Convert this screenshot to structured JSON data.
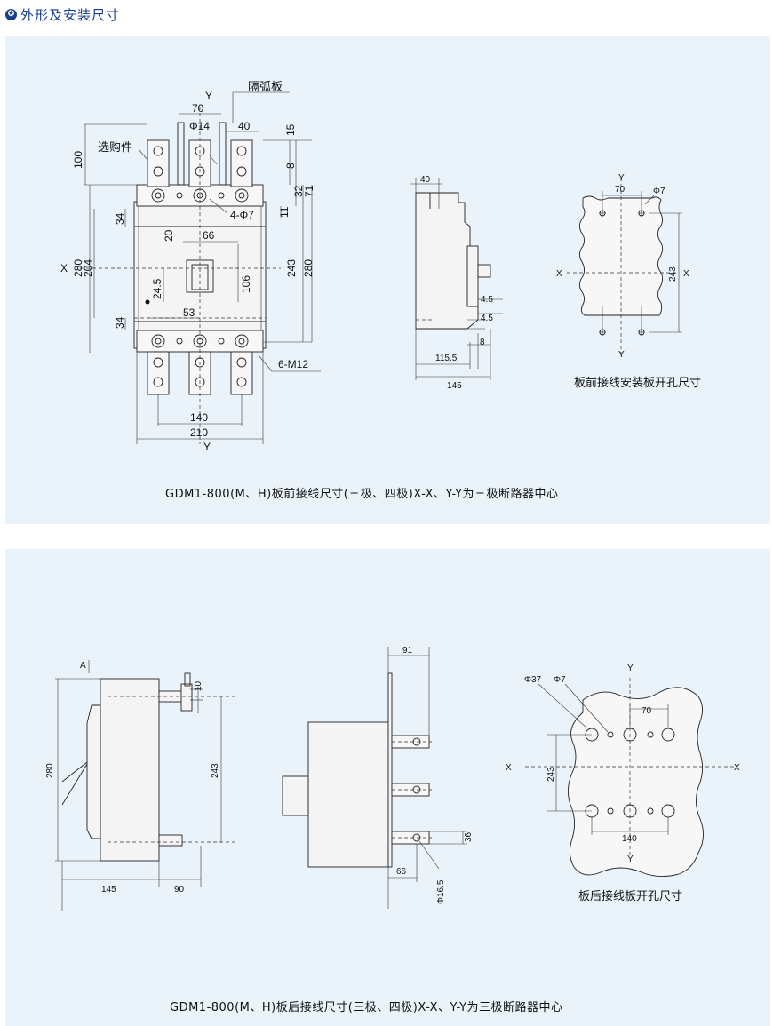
{
  "header": {
    "title": "外形及安装尺寸",
    "icon": "star-badge-icon"
  },
  "panel1": {
    "caption": "GDM1-800(M、H)板前接线尺寸(三极、四极)X-X、Y-Y为三极断路器中心",
    "front": {
      "axis_y": "Y",
      "axis_x": "X",
      "dim_70": "70",
      "dim_phi14": "Φ14",
      "label_arc": "隔弧板",
      "dim_40": "40",
      "dim_15": "15",
      "dim_8": "8",
      "dim_32": "32",
      "dim_71": "71",
      "dim_100": "100",
      "label_option": "选购件",
      "dim_4phi7": "4-Φ7",
      "dim_11": "11",
      "dim_34a": "34",
      "dim_20": "20",
      "dim_66": "66",
      "dim_280l": "280",
      "dim_204": "204",
      "dim_243": "243",
      "dim_280r": "280",
      "dim_106": "106",
      "dim_24_5": "24.5",
      "dim_53": "53",
      "dim_34b": "34",
      "dim_6m12": "6-M12",
      "dim_140": "140",
      "dim_210": "210",
      "axis_y_bottom": "Y"
    },
    "side": {
      "dim_40": "40",
      "dim_4_5a": "4.5",
      "dim_4_5b": "4.5",
      "dim_8": "8",
      "dim_115_5": "115.5",
      "dim_145": "145"
    },
    "plate": {
      "axis_y_top": "Y",
      "dim_70": "70",
      "dim_phi7": "Φ7",
      "axis_x_left": "X",
      "axis_x_right": "X",
      "dim_243": "243",
      "axis_y_bottom": "Y",
      "caption": "板前接线安装板开孔尺寸"
    }
  },
  "panel2": {
    "caption": "GDM1-800(M、H)板后接线尺寸(三极、四极)X-X、Y-Y为三极断路器中心",
    "side": {
      "label_a": "A",
      "dim_10": "10",
      "dim_280": "280",
      "dim_243": "243",
      "dim_145": "145",
      "dim_90": "90"
    },
    "rear": {
      "dim_91": "91",
      "dim_36": "36",
      "dim_66": "66",
      "dim_phi16_5": "Φ16.5"
    },
    "plate": {
      "axis_y_top": "Y",
      "dim_phi37": "Φ37",
      "dim_phi7": "Φ7",
      "dim_70": "70",
      "axis_x_left": "X",
      "axis_x_right": "X",
      "dim_243": "243",
      "dim_140": "140",
      "axis_y_bottom": "Y",
      "caption": "板后接线板开孔尺寸"
    }
  }
}
